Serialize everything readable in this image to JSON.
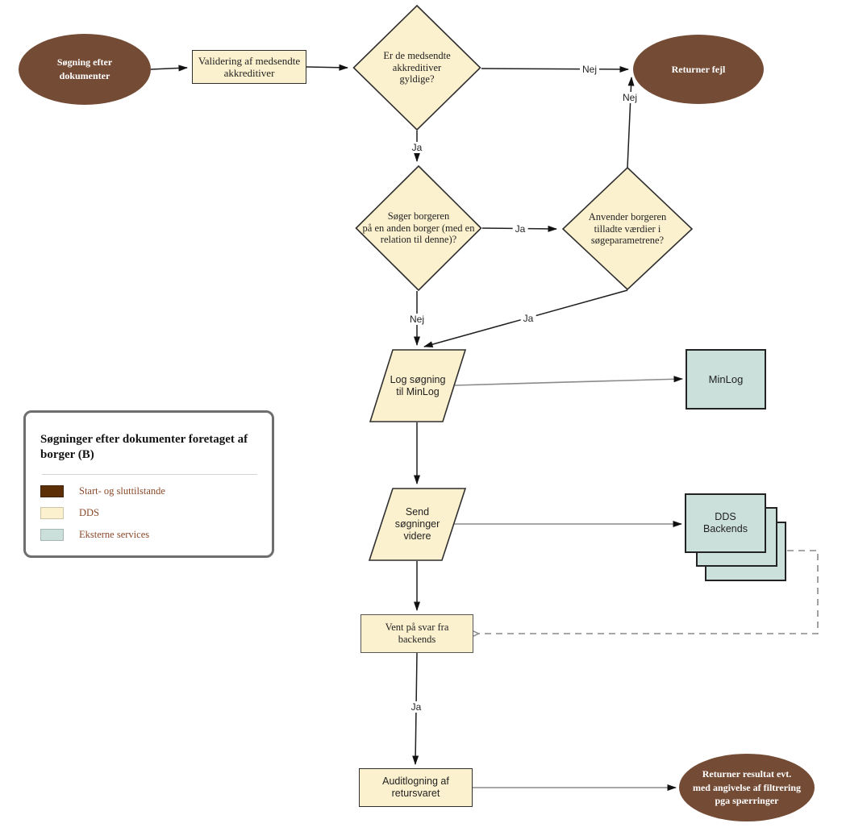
{
  "colors": {
    "start_end_fill": "#744B35",
    "dds_fill": "#FCF1CF",
    "external_fill": "#CBE0DA",
    "legend_start_swatch": "#5C2F06",
    "line": "#1F1F1F",
    "service_line": "#8A8A8A",
    "legend_text": "#8B4A2B"
  },
  "nodes": {
    "start": {
      "label": "Søgning efter\ndokumenter"
    },
    "validate": {
      "label": "Validering af medsendte\nakkreditiver"
    },
    "d1": {
      "label": "Er de medsendte\nakkreditiver\ngyldige?"
    },
    "fejl": {
      "label": "Returner fejl"
    },
    "d2": {
      "label": "Søger borgeren\npå en anden borger (med en\nrelation til denne)?"
    },
    "d3": {
      "label": "Anvender borgeren\ntilladte værdier i\nsøgeparametrene?"
    },
    "log": {
      "label": "Log søgning\ntil MinLog"
    },
    "minlog": {
      "label": "MinLog"
    },
    "send": {
      "label": "Send\nsøgninger\nvidere"
    },
    "dds": {
      "label": "DDS\nBackends"
    },
    "vent": {
      "label": "Vent på svar fra\nbackends"
    },
    "audit": {
      "label": "Auditlogning af\nretursvaret"
    },
    "result": {
      "label": "Returner resultat evt.\nmed angivelse af filtrering\npga spærringer"
    }
  },
  "edge_labels": {
    "d1_to_fejl": "Nej",
    "d1_to_d2": "Ja",
    "d2_to_d3": "Ja",
    "d2_to_log": "Nej",
    "d3_to_fejl": "Nej",
    "d3_to_log": "Ja",
    "vent_to_audit": "Ja"
  },
  "legend": {
    "title": "Søgninger efter dokumenter foretaget af\nborger (B)",
    "items": [
      {
        "label": "Start- og sluttilstande",
        "color": "#5C2F06"
      },
      {
        "label": "DDS",
        "color": "#FCF1CF"
      },
      {
        "label": "Eksterne services",
        "color": "#CBE0DA"
      }
    ]
  }
}
